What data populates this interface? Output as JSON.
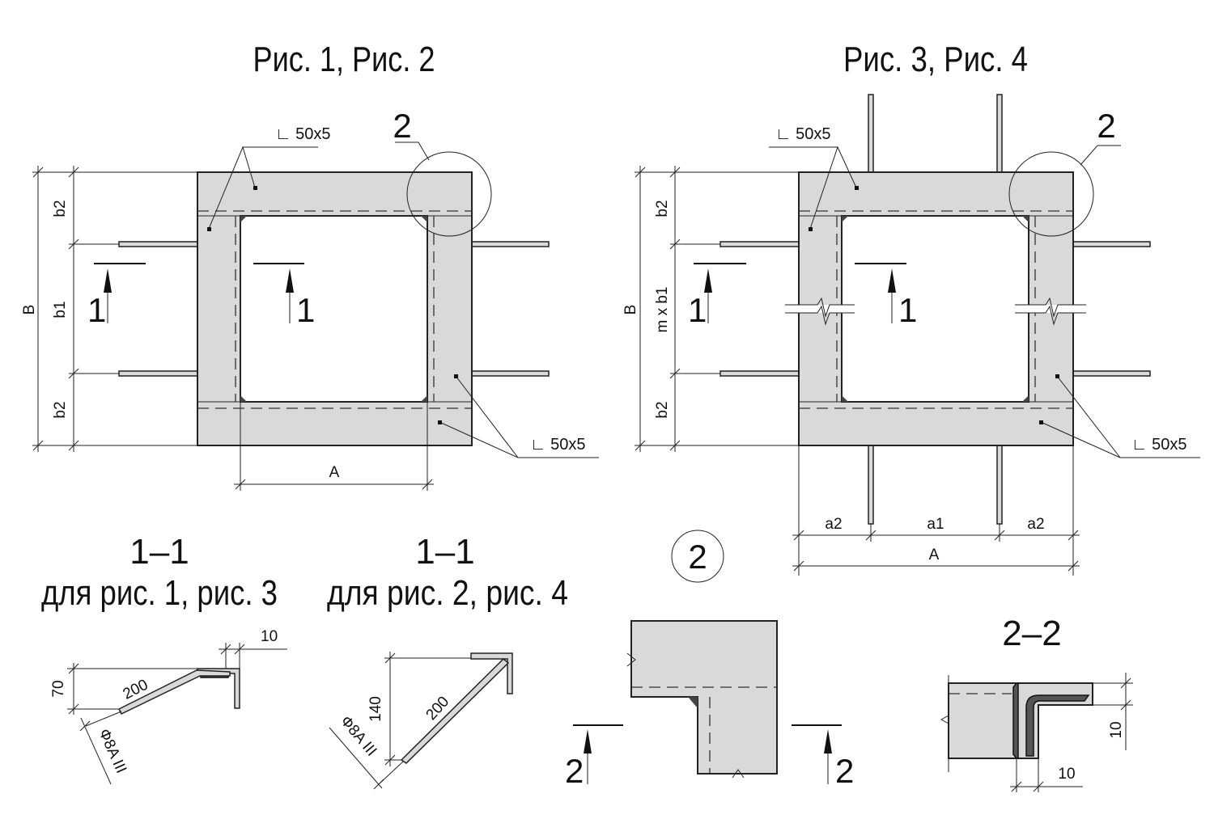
{
  "titles": {
    "fig12": "Рис. 1, Рис. 2",
    "fig34": "Рис. 3, Рис. 4"
  },
  "angle_label": "∟ 50x5",
  "callout_2": "2",
  "dims": {
    "B": "B",
    "b1": "b1",
    "b2": "b2",
    "m_b1": "m x b1",
    "A": "A",
    "a1": "a1",
    "a2": "a2"
  },
  "section_1": "1",
  "section_2": "2",
  "sections": {
    "s11_a_title": "1–1",
    "s11_a_sub": "для рис. 1, рис. 3",
    "s11_b_title": "1–1",
    "s11_b_sub": "для рис. 2, рис. 4",
    "s22_title": "2–2",
    "detail_2": "2"
  },
  "section_dims": {
    "d10": "10",
    "d70": "70",
    "d200": "200",
    "d140": "140",
    "bar": "Ф8A III"
  }
}
